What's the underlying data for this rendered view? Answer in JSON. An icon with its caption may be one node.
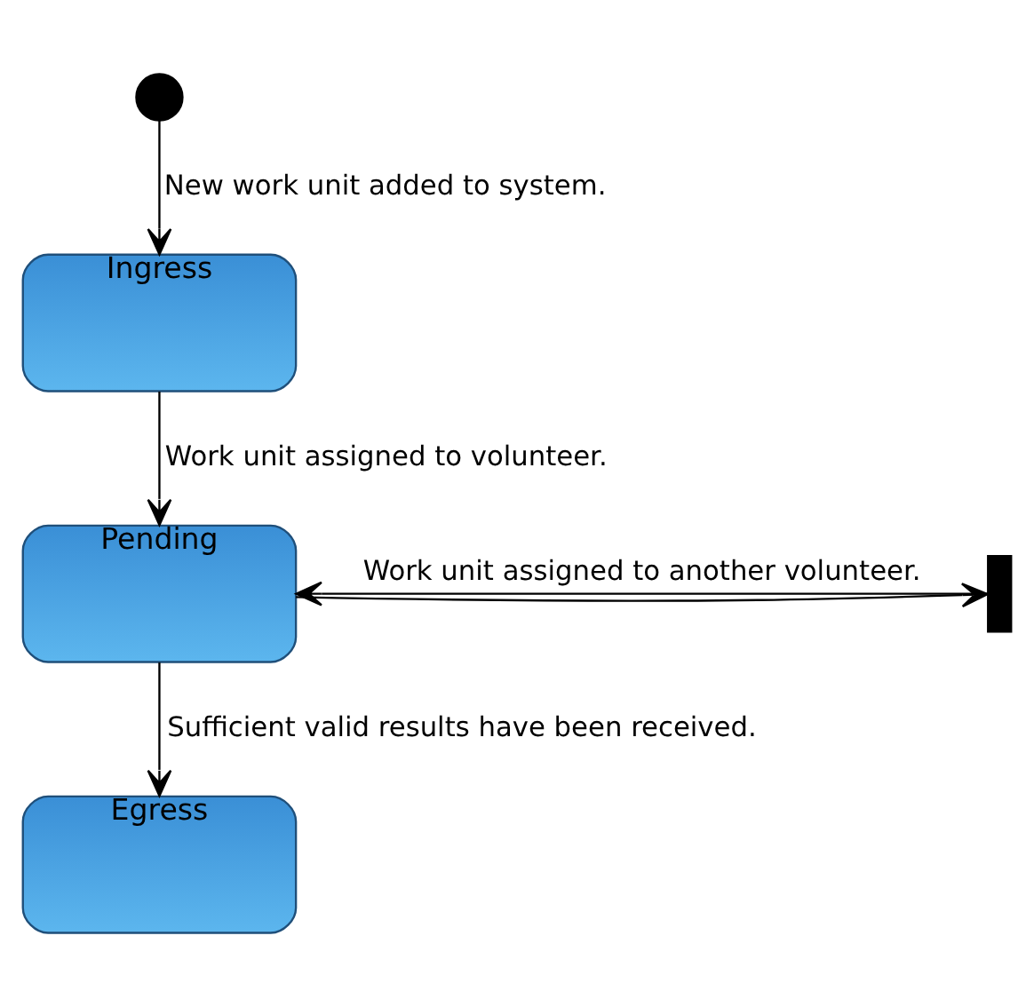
{
  "diagram": {
    "nodes": [
      {
        "text": [],
        "shape": "circle"
      },
      {
        "text": [
          "Ingress"
        ]
      },
      {
        "text": [
          "Pending"
        ]
      },
      {
        "text": [],
        "shape": "bar"
      },
      {
        "text": [
          "Egress"
        ]
      }
    ],
    "edges": [
      {
        "from": 0,
        "to": 1,
        "arrow": "to",
        "label": "New work unit added to system."
      },
      {
        "from": 1,
        "to": 2,
        "arrow": "to",
        "label": "Work unit assigned to volunteer."
      },
      {
        "from": 3,
        "to": 2,
        "arrow": "to",
        "label": "Work unit assigned to another volunteer."
      },
      {
        "from": 2,
        "to": 3,
        "arrow": "to"
      },
      {
        "from": 2,
        "to": 4,
        "arrow": "to",
        "label": "Sufficient valid results have been received."
      }
    ]
  }
}
